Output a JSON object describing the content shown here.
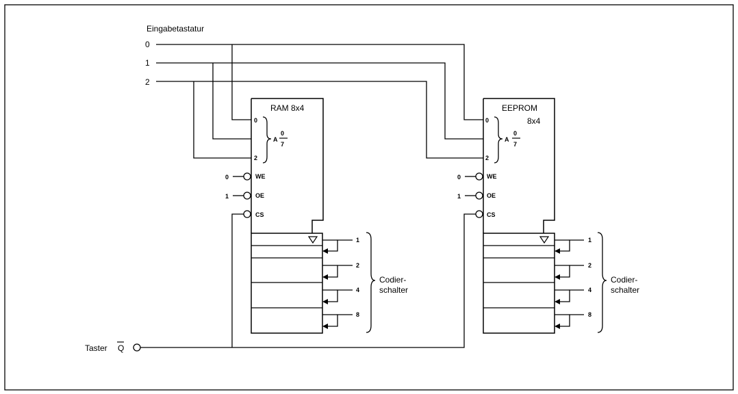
{
  "input_title": "Eingabetastatur",
  "inputs": [
    "0",
    "1",
    "2"
  ],
  "chips": [
    {
      "title_line1": "RAM 8x4",
      "title_line2": "",
      "addr_top": "0",
      "addr_bottom": "2",
      "addr_label": "A",
      "addr_frac_num": "0",
      "addr_frac_den": "7",
      "pins": [
        "WE",
        "OE",
        "CS"
      ],
      "pin_levels": [
        "0",
        "1"
      ],
      "switch_values": [
        "1",
        "2",
        "4",
        "8"
      ],
      "switch_label_line1": "Codier-",
      "switch_label_line2": "schalter"
    },
    {
      "title_line1": "EEPROM",
      "title_line2": "8x4",
      "addr_top": "0",
      "addr_bottom": "2",
      "addr_label": "A",
      "addr_frac_num": "0",
      "addr_frac_den": "7",
      "pins": [
        "WE",
        "OE",
        "CS"
      ],
      "pin_levels": [
        "0",
        "1"
      ],
      "switch_values": [
        "1",
        "2",
        "4",
        "8"
      ],
      "switch_label_line1": "Codier-",
      "switch_label_line2": "schalter"
    }
  ],
  "button": {
    "label": "Taster",
    "signal": "Q"
  }
}
